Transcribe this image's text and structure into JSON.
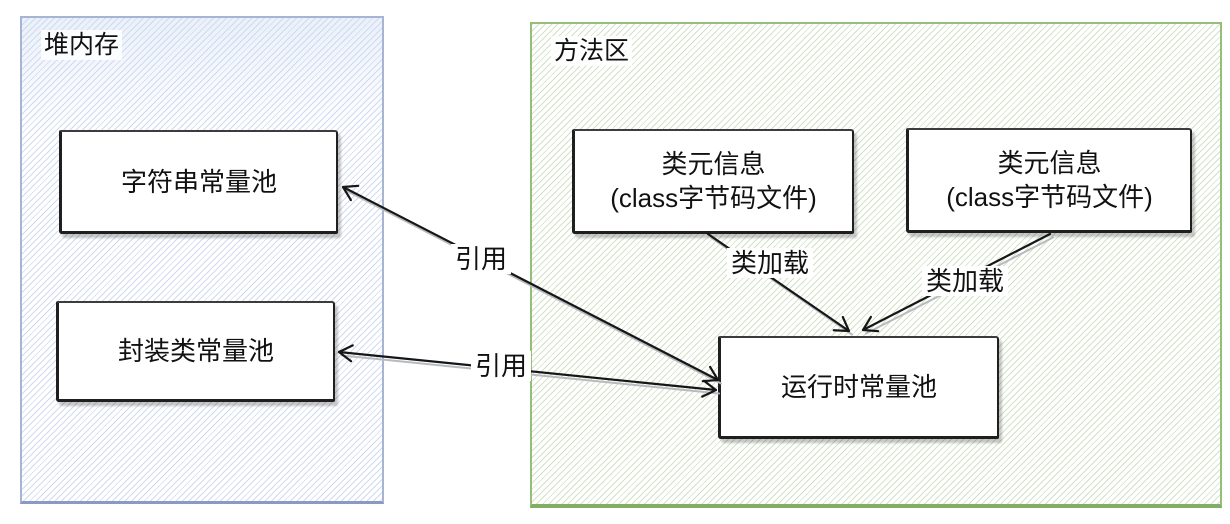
{
  "diagram": {
    "regions": [
      {
        "id": "heap",
        "label": "堆内存",
        "border_color": "#a7b4d4",
        "hatch_color": "#ccd9ec"
      },
      {
        "id": "method-area",
        "label": "方法区",
        "border_color": "#95be7b",
        "hatch_color": "#d4e5ca"
      }
    ],
    "nodes": [
      {
        "id": "string-constant-pool",
        "label": "字符串常量池",
        "region": "堆内存"
      },
      {
        "id": "wrapper-constant-pool",
        "label": "封装类常量池",
        "region": "堆内存"
      },
      {
        "id": "class-meta-1",
        "label": "类元信息",
        "sublabel": "(class字节码文件)",
        "region": "方法区"
      },
      {
        "id": "class-meta-2",
        "label": "类元信息",
        "sublabel": "(class字节码文件)",
        "region": "方法区"
      },
      {
        "id": "runtime-constant-pool",
        "label": "运行时常量池",
        "region": "方法区"
      }
    ],
    "edges": [
      {
        "label": "类加载",
        "from": "class-meta-1",
        "to": "runtime-constant-pool",
        "direction": "one-way"
      },
      {
        "label": "类加载",
        "from": "class-meta-2",
        "to": "runtime-constant-pool",
        "direction": "one-way"
      },
      {
        "label": "引用",
        "from": "runtime-constant-pool",
        "to": "string-constant-pool",
        "direction": "two-way"
      },
      {
        "label": "引用",
        "from": "runtime-constant-pool",
        "to": "wrapper-constant-pool",
        "direction": "two-way"
      }
    ],
    "colors": {
      "arrow": "#161616",
      "arrow_shadow": "#b6bbbf",
      "node_border": "#1f1f1f",
      "background": "#ffffff"
    }
  }
}
